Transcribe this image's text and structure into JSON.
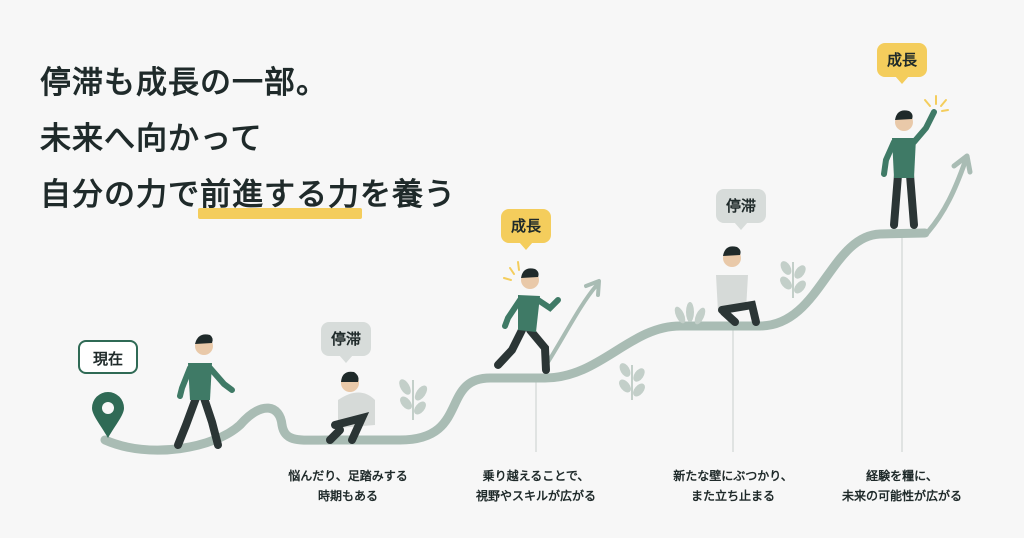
{
  "headline": {
    "line1": "停滞も成長の一部。",
    "line2": "未来へ向かって",
    "line3_pre": "自分の力で",
    "line3_highlight": "前進する力",
    "line3_post": "を養う"
  },
  "start_label": "現在",
  "bubbles": [
    {
      "label": "停滞",
      "kind": "stagnation"
    },
    {
      "label": "成長",
      "kind": "growth"
    },
    {
      "label": "停滞",
      "kind": "stagnation"
    },
    {
      "label": "成長",
      "kind": "growth"
    }
  ],
  "captions": [
    {
      "line1": "悩んだり、足踏みする",
      "line2": "時期もある"
    },
    {
      "line1": "乗り越えることで、",
      "line2": "視野やスキルが広がる"
    },
    {
      "line1": "新たな壁にぶつかり、",
      "line2": "また立ち止まる"
    },
    {
      "line1": "経験を糧に、",
      "line2": "未来の可能性が広がる"
    }
  ],
  "colors": {
    "background": "#f7f7f7",
    "path": "#a9bcb4",
    "accent_green": "#2f6a55",
    "shirt_green": "#3f7a66",
    "growth_yellow": "#f4cd5c",
    "stagnation_gray": "#d7dcda",
    "text": "#1f2a2a"
  },
  "icons": [
    "location-pin-icon",
    "growth-arrow-icon",
    "sparkle-icon",
    "leaf-plant-icon"
  ]
}
